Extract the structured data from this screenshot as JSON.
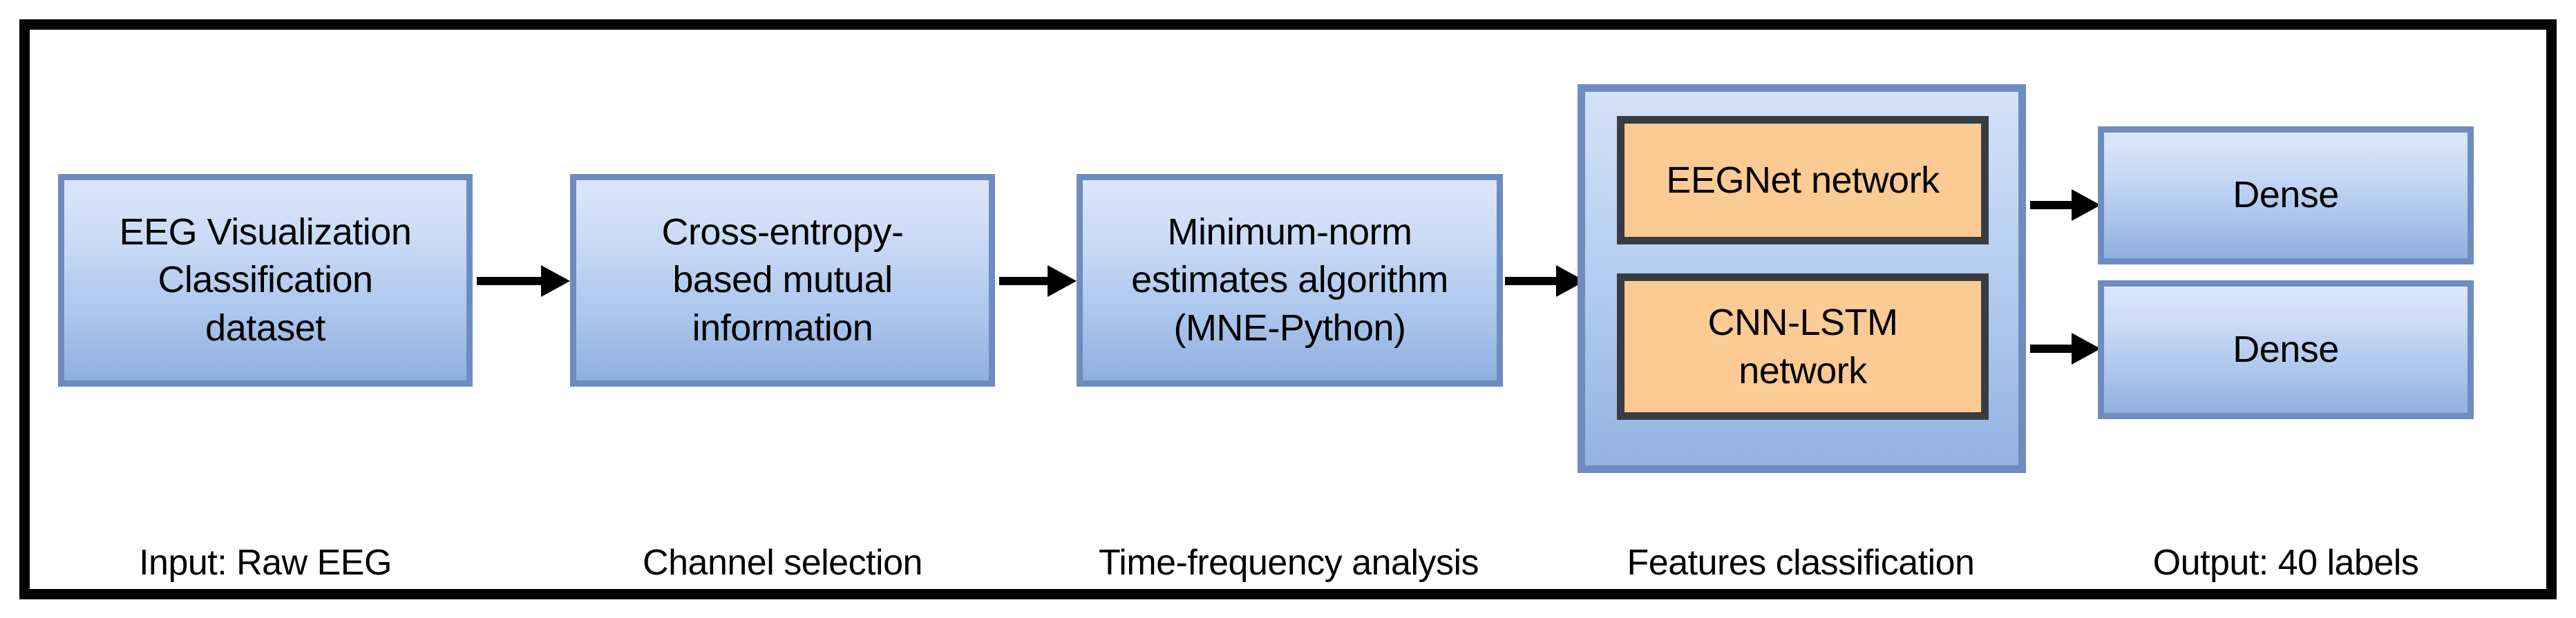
{
  "diagram": {
    "title_visible": false,
    "colors": {
      "frame_border": "#000000",
      "box_border": "#6E8CBE",
      "box_fill_top": "#DCE6F9",
      "box_fill_bottom": "#8FB0DF",
      "group_border": "#6E8CBE",
      "sub_box_fill": "#FCCB94",
      "sub_box_border": "#383C42",
      "arrow": "#000000",
      "text": "#000000"
    },
    "stages": [
      {
        "id": "input",
        "box_label": "EEG Visualization\nClassification\ndataset",
        "caption": "Input: Raw EEG"
      },
      {
        "id": "channel-selection",
        "box_label": "Cross-entropy-\nbased mutual\ninformation",
        "caption": "Channel selection"
      },
      {
        "id": "time-frequency",
        "box_label": "Minimum-norm\nestimates algorithm\n(MNE-Python)",
        "caption": "Time-frequency analysis"
      },
      {
        "id": "features-classification",
        "caption": "Features classification",
        "networks": [
          {
            "id": "eegnet",
            "label": "EEGNet network"
          },
          {
            "id": "cnn-lstm",
            "label": "CNN-LSTM\nnetwork"
          }
        ]
      },
      {
        "id": "output",
        "caption": "Output: 40 labels",
        "outputs": [
          {
            "id": "dense-top",
            "label": "Dense"
          },
          {
            "id": "dense-bottom",
            "label": "Dense"
          }
        ]
      }
    ],
    "arrows": [
      {
        "id": "input-to-channel",
        "from": "input",
        "to": "channel-selection"
      },
      {
        "id": "channel-to-timefreq",
        "from": "channel-selection",
        "to": "time-frequency"
      },
      {
        "id": "timefreq-to-features",
        "from": "time-frequency",
        "to": "features-classification"
      },
      {
        "id": "eegnet-to-dense-top",
        "from": "eegnet",
        "to": "dense-top"
      },
      {
        "id": "cnnlstm-to-dense-bottom",
        "from": "cnn-lstm",
        "to": "dense-bottom"
      }
    ]
  }
}
